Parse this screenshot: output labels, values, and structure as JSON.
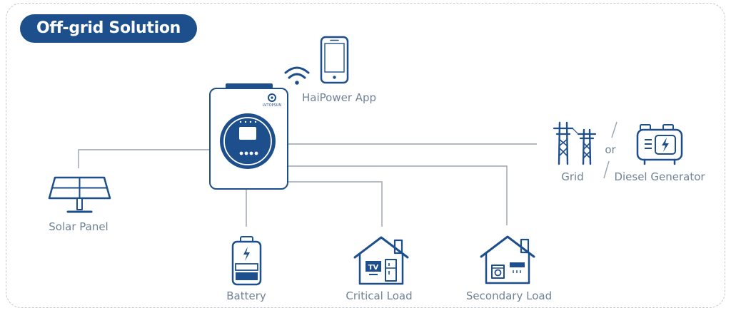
{
  "title": "Off-grid Solution",
  "brand_text": "LVTOPSUN",
  "labels": {
    "app": "HaiPower App",
    "grid": "Grid",
    "or": "or",
    "generator": "Diesel Generator",
    "solar": "Solar Panel",
    "battery": "Battery",
    "critical": "Critical Load",
    "secondary": "Secondary Load"
  },
  "icons": {
    "tv": "TV"
  },
  "colors": {
    "primary": "#1d4f8c",
    "line": "#9aa2ab",
    "label": "#6f8296",
    "title_text": "#ffffff"
  }
}
